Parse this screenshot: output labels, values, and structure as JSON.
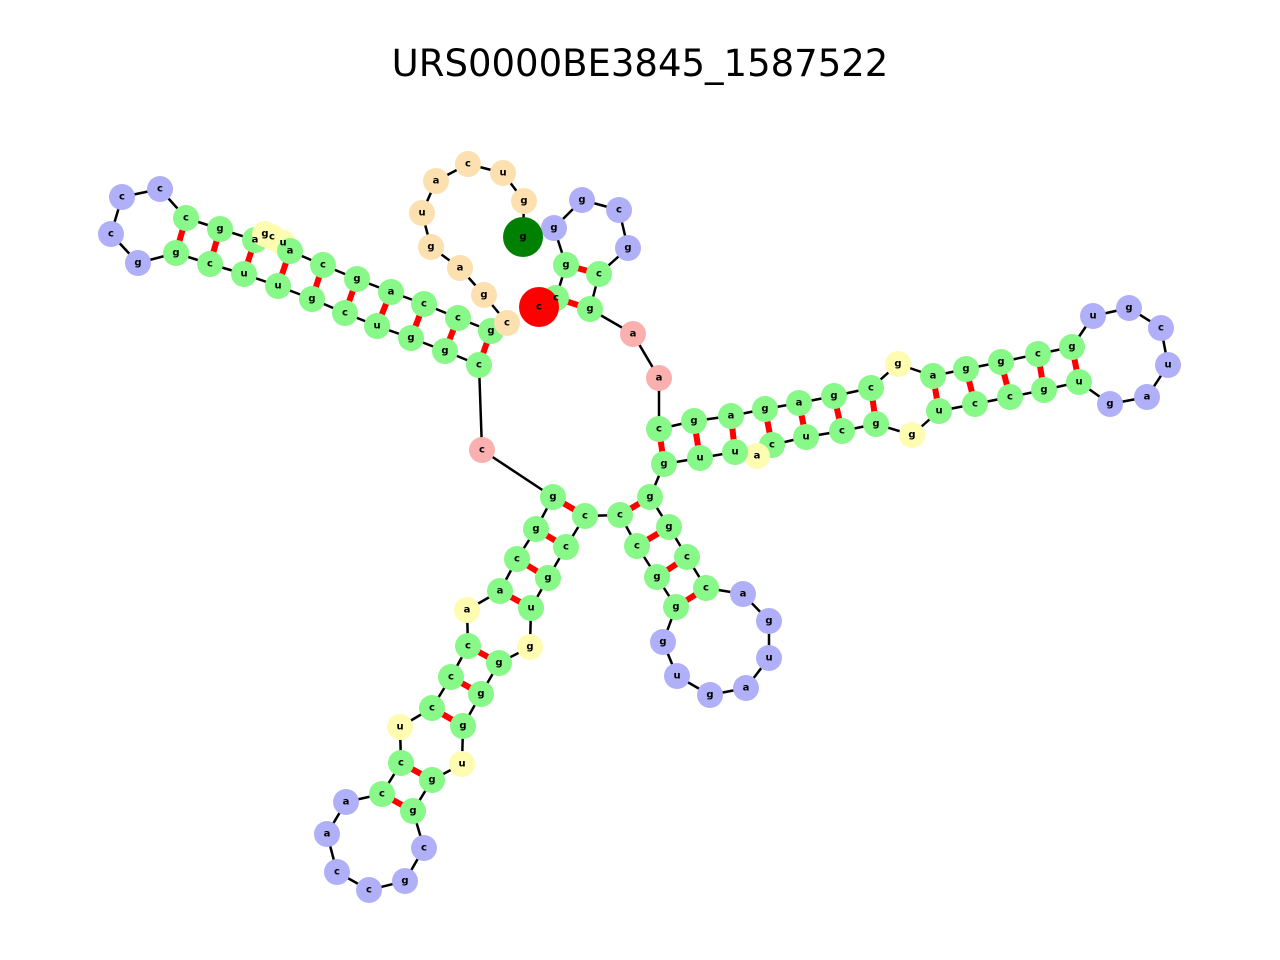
{
  "title": "URS0000BE3845_1587522",
  "colors": {
    "stem": "#88f888",
    "hairpin": "#b0b0f8",
    "interior": "#fdfcb0",
    "multiloop": "#fbb0b0",
    "three_prime_tail": "#fde0b0",
    "start": "#ff0000",
    "end": "#008000",
    "pair": "#ff0000",
    "backbone": "#000000"
  },
  "nodes": [
    {
      "b": "c",
      "t": "start"
    },
    {
      "b": "c",
      "t": "stem"
    },
    {
      "b": "g",
      "t": "stem"
    },
    {
      "b": "g",
      "t": "hairpin"
    },
    {
      "b": "g",
      "t": "hairpin"
    },
    {
      "b": "c",
      "t": "hairpin"
    },
    {
      "b": "g",
      "t": "hairpin"
    },
    {
      "b": "c",
      "t": "stem"
    },
    {
      "b": "g",
      "t": "stem"
    },
    {
      "b": "a",
      "t": "multiloop"
    },
    {
      "b": "a",
      "t": "multiloop"
    },
    {
      "b": "c",
      "t": "stem"
    },
    {
      "b": "g",
      "t": "stem"
    },
    {
      "b": "a",
      "t": "stem"
    },
    {
      "b": "g",
      "t": "stem"
    },
    {
      "b": "a",
      "t": "stem"
    },
    {
      "b": "g",
      "t": "stem"
    },
    {
      "b": "c",
      "t": "stem"
    },
    {
      "b": "g",
      "t": "interior"
    },
    {
      "b": "a",
      "t": "stem"
    },
    {
      "b": "g",
      "t": "stem"
    },
    {
      "b": "g",
      "t": "stem"
    },
    {
      "b": "c",
      "t": "stem"
    },
    {
      "b": "g",
      "t": "stem"
    },
    {
      "b": "u",
      "t": "hairpin"
    },
    {
      "b": "g",
      "t": "hairpin"
    },
    {
      "b": "c",
      "t": "hairpin"
    },
    {
      "b": "u",
      "t": "hairpin"
    },
    {
      "b": "a",
      "t": "hairpin"
    },
    {
      "b": "g",
      "t": "hairpin"
    },
    {
      "b": "u",
      "t": "stem"
    },
    {
      "b": "g",
      "t": "stem"
    },
    {
      "b": "c",
      "t": "stem"
    },
    {
      "b": "c",
      "t": "stem"
    },
    {
      "b": "u",
      "t": "stem"
    },
    {
      "b": "g",
      "t": "interior"
    },
    {
      "b": "g",
      "t": "stem"
    },
    {
      "b": "c",
      "t": "stem"
    },
    {
      "b": "u",
      "t": "stem"
    },
    {
      "b": "c",
      "t": "stem"
    },
    {
      "b": "a",
      "t": "interior"
    },
    {
      "b": "u",
      "t": "stem"
    },
    {
      "b": "u",
      "t": "stem"
    },
    {
      "b": "g",
      "t": "stem"
    },
    {
      "b": "g",
      "t": "stem"
    },
    {
      "b": "g",
      "t": "stem"
    },
    {
      "b": "c",
      "t": "stem"
    },
    {
      "b": "c",
      "t": "stem"
    },
    {
      "b": "a",
      "t": "hairpin"
    },
    {
      "b": "g",
      "t": "hairpin"
    },
    {
      "b": "u",
      "t": "hairpin"
    },
    {
      "b": "a",
      "t": "hairpin"
    },
    {
      "b": "g",
      "t": "hairpin"
    },
    {
      "b": "u",
      "t": "hairpin"
    },
    {
      "b": "g",
      "t": "hairpin"
    },
    {
      "b": "g",
      "t": "stem"
    },
    {
      "b": "g",
      "t": "stem"
    },
    {
      "b": "c",
      "t": "stem"
    },
    {
      "b": "c",
      "t": "stem"
    },
    {
      "b": "c",
      "t": "stem"
    },
    {
      "b": "c",
      "t": "stem"
    },
    {
      "b": "g",
      "t": "stem"
    },
    {
      "b": "u",
      "t": "stem"
    },
    {
      "b": "g",
      "t": "interior"
    },
    {
      "b": "g",
      "t": "stem"
    },
    {
      "b": "g",
      "t": "stem"
    },
    {
      "b": "g",
      "t": "stem"
    },
    {
      "b": "u",
      "t": "interior"
    },
    {
      "b": "g",
      "t": "stem"
    },
    {
      "b": "g",
      "t": "stem"
    },
    {
      "b": "c",
      "t": "hairpin"
    },
    {
      "b": "g",
      "t": "hairpin"
    },
    {
      "b": "c",
      "t": "hairpin"
    },
    {
      "b": "c",
      "t": "hairpin"
    },
    {
      "b": "a",
      "t": "hairpin"
    },
    {
      "b": "a",
      "t": "hairpin"
    },
    {
      "b": "c",
      "t": "stem"
    },
    {
      "b": "c",
      "t": "stem"
    },
    {
      "b": "u",
      "t": "interior"
    },
    {
      "b": "c",
      "t": "stem"
    },
    {
      "b": "c",
      "t": "stem"
    },
    {
      "b": "c",
      "t": "stem"
    },
    {
      "b": "a",
      "t": "interior"
    },
    {
      "b": "a",
      "t": "stem"
    },
    {
      "b": "c",
      "t": "stem"
    },
    {
      "b": "g",
      "t": "stem"
    },
    {
      "b": "g",
      "t": "stem"
    },
    {
      "b": "c",
      "t": "multiloop"
    },
    {
      "b": "c",
      "t": "stem"
    },
    {
      "b": "g",
      "t": "stem"
    },
    {
      "b": "g",
      "t": "stem"
    },
    {
      "b": "u",
      "t": "stem"
    },
    {
      "b": "c",
      "t": "stem"
    },
    {
      "b": "g",
      "t": "stem"
    },
    {
      "b": "u",
      "t": "stem"
    },
    {
      "b": "u",
      "t": "stem"
    },
    {
      "b": "c",
      "t": "stem"
    },
    {
      "b": "g",
      "t": "stem"
    },
    {
      "b": "g",
      "t": "hairpin"
    },
    {
      "b": "c",
      "t": "hairpin"
    },
    {
      "b": "c",
      "t": "hairpin"
    },
    {
      "b": "c",
      "t": "hairpin"
    },
    {
      "b": "c",
      "t": "stem"
    },
    {
      "b": "g",
      "t": "stem"
    },
    {
      "b": "a",
      "t": "stem"
    },
    {
      "b": "g",
      "t": "interior"
    },
    {
      "b": "c",
      "t": "interior"
    },
    {
      "b": "u",
      "t": "interior"
    },
    {
      "b": "a",
      "t": "stem"
    },
    {
      "b": "c",
      "t": "stem"
    },
    {
      "b": "g",
      "t": "stem"
    },
    {
      "b": "a",
      "t": "stem"
    },
    {
      "b": "c",
      "t": "stem"
    },
    {
      "b": "c",
      "t": "stem"
    },
    {
      "b": "g",
      "t": "stem"
    },
    {
      "b": "c",
      "t": "three_prime_tail"
    },
    {
      "b": "g",
      "t": "three_prime_tail"
    },
    {
      "b": "a",
      "t": "three_prime_tail"
    },
    {
      "b": "g",
      "t": "three_prime_tail"
    },
    {
      "b": "u",
      "t": "three_prime_tail"
    },
    {
      "b": "a",
      "t": "three_prime_tail"
    },
    {
      "b": "c",
      "t": "three_prime_tail"
    },
    {
      "b": "u",
      "t": "three_prime_tail"
    },
    {
      "b": "g",
      "t": "three_prime_tail"
    },
    {
      "b": "g",
      "t": "end"
    }
  ],
  "pairs": [
    [
      1,
      8
    ],
    [
      2,
      7
    ],
    [
      11,
      43
    ],
    [
      12,
      42
    ],
    [
      13,
      41
    ],
    [
      14,
      39
    ],
    [
      15,
      38
    ],
    [
      16,
      37
    ],
    [
      17,
      36
    ],
    [
      19,
      34
    ],
    [
      20,
      33
    ],
    [
      21,
      32
    ],
    [
      22,
      31
    ],
    [
      23,
      30
    ],
    [
      44,
      58
    ],
    [
      45,
      57
    ],
    [
      46,
      56
    ],
    [
      47,
      55
    ],
    [
      86,
      59
    ],
    [
      85,
      60
    ],
    [
      84,
      61
    ],
    [
      83,
      62
    ],
    [
      81,
      64
    ],
    [
      80,
      65
    ],
    [
      79,
      66
    ],
    [
      77,
      68
    ],
    [
      76,
      69
    ],
    [
      88,
      114
    ],
    [
      89,
      113
    ],
    [
      90,
      112
    ],
    [
      91,
      111
    ],
    [
      92,
      110
    ],
    [
      93,
      109
    ],
    [
      94,
      108
    ],
    [
      95,
      104
    ],
    [
      96,
      103
    ],
    [
      97,
      102
    ]
  ]
}
